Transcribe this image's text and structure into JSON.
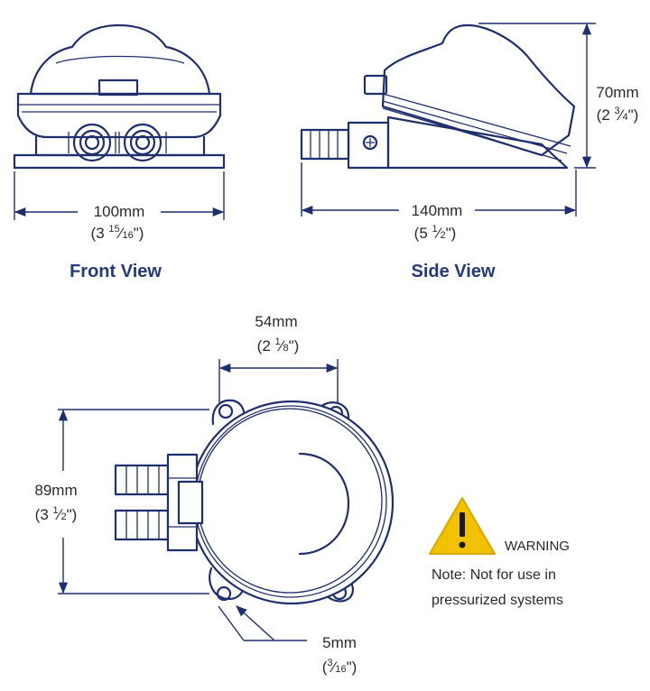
{
  "views": {
    "front": {
      "title": "Front View",
      "width_mm": "100mm",
      "width_in": {
        "whole": "3",
        "frac_num": "15",
        "frac_den": "16"
      }
    },
    "side": {
      "title": "Side View",
      "length_mm": "140mm",
      "length_in": {
        "whole": "5",
        "frac_num": "1",
        "frac_den": "2"
      },
      "height_mm": "70mm",
      "height_in": {
        "whole": "2",
        "frac_num": "3",
        "frac_den": "4"
      }
    },
    "top": {
      "width_mm": "54mm",
      "width_in": {
        "whole": "2",
        "frac_num": "1",
        "frac_den": "8"
      },
      "height_mm": "89mm",
      "height_in": {
        "whole": "3",
        "frac_num": "1",
        "frac_den": "2"
      },
      "hole_mm": "5mm",
      "hole_in": {
        "frac_num": "3",
        "frac_den": "16"
      }
    }
  },
  "warning": {
    "label": "WARNING",
    "note_line1": "Note: Not for use in",
    "note_line2": "pressurized systems",
    "color": "#f2c200"
  },
  "colors": {
    "ink": "#1f2f6e",
    "heading": "#243a7a"
  }
}
